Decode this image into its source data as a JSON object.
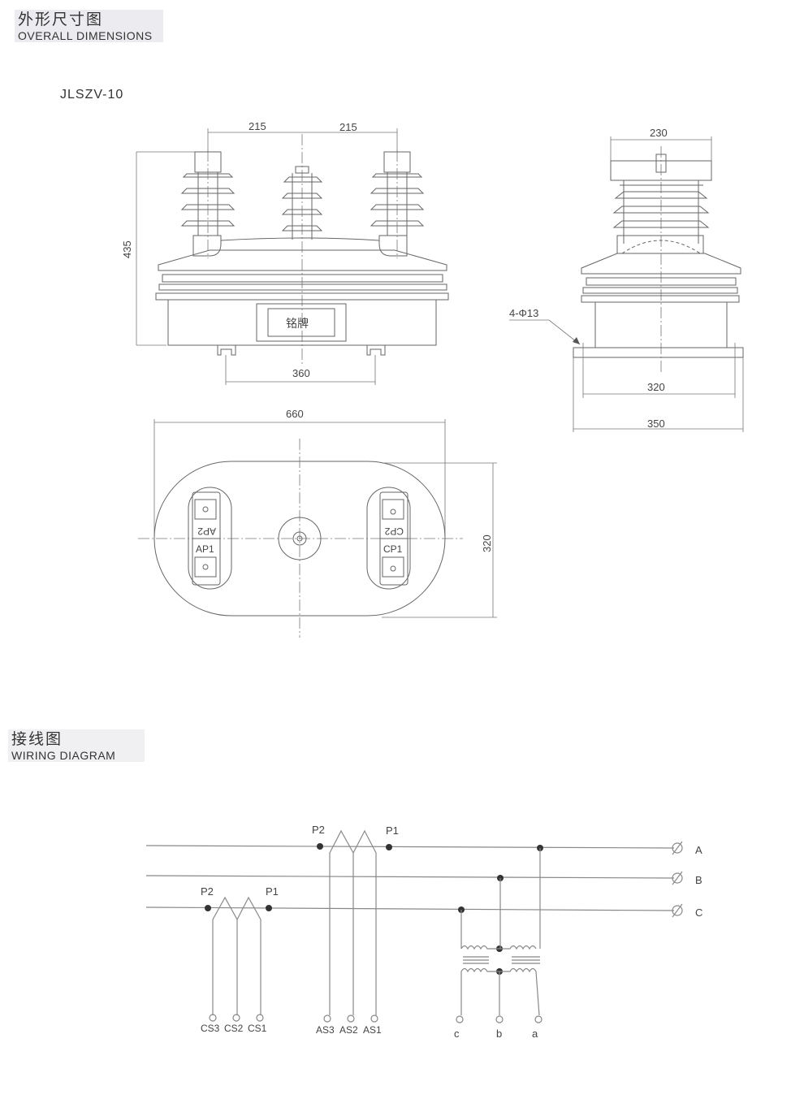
{
  "section_dimensions": {
    "title_cn": "外形尺寸图",
    "title_en": "OVERALL DIMENSIONS"
  },
  "model": "JLSZV-10",
  "front_view": {
    "dim_left_spacing": "215",
    "dim_right_spacing": "215",
    "dim_height": "435",
    "dim_feet": "360",
    "nameplate": "铭牌"
  },
  "side_view": {
    "dim_top": "230",
    "holes": "4-Φ13",
    "dim_inner": "320",
    "dim_outer": "350"
  },
  "top_view": {
    "dim_length": "660",
    "dim_width": "320",
    "left_terminals": [
      "AP2",
      "AP1"
    ],
    "right_terminals": [
      "CP2",
      "CP1"
    ]
  },
  "section_wiring": {
    "title_cn": "接线图",
    "title_en": "WIRING DIAGRAM"
  },
  "wiring": {
    "phases": [
      "A",
      "B",
      "C"
    ],
    "ct_a": {
      "p2": "P2",
      "p1": "P1",
      "terminals": [
        "AS3",
        "AS2",
        "AS1"
      ]
    },
    "ct_c": {
      "p2": "P2",
      "p1": "P1",
      "terminals": [
        "CS3",
        "CS2",
        "CS1"
      ]
    },
    "pt_terminals": [
      "c",
      "b",
      "a"
    ]
  }
}
